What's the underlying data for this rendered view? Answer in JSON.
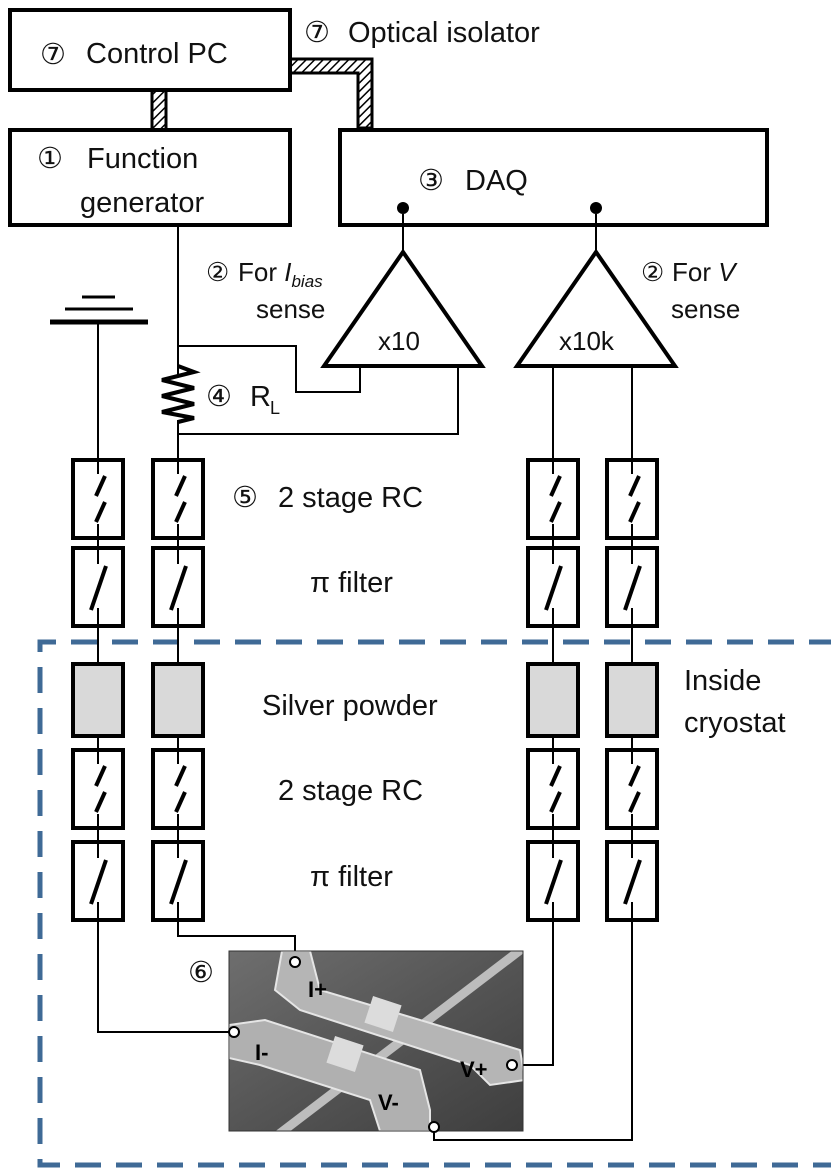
{
  "control_pc": {
    "num": "⑦",
    "label": "Control PC"
  },
  "optical_isolator": {
    "num": "⑦",
    "label": "Optical isolator"
  },
  "function_generator": {
    "num": "①",
    "line1": "Function",
    "line2": "generator"
  },
  "daq": {
    "num": "③",
    "label": "DAQ"
  },
  "amp_bias": {
    "num": "②",
    "label_prefix": "For ",
    "label_var": "I",
    "label_sub": "bias",
    "label2": "sense",
    "gain": "x10"
  },
  "amp_v": {
    "num": "②",
    "label_prefix": "For ",
    "label_var": "V",
    "label2": "sense",
    "gain": "x10k"
  },
  "load_resistor": {
    "num": "④",
    "label": "R",
    "sub": "L"
  },
  "rc_label_top": {
    "num": "⑤",
    "label": "2 stage RC"
  },
  "pi_filter_top": {
    "label": "π filter"
  },
  "silver_powder": {
    "label": "Silver powder"
  },
  "rc_label_bottom": {
    "label": "2 stage RC"
  },
  "pi_filter_bottom": {
    "label": "π filter"
  },
  "cryostat": {
    "line1": "Inside",
    "line2": "cryostat"
  },
  "device": {
    "num": "⑥",
    "i_plus": "I+",
    "i_minus": "I-",
    "v_plus": "V+",
    "v_minus": "V-"
  },
  "colors": {
    "cryostat_dash": "#3f6a96",
    "filter_gray": "#d9d9d9",
    "sem_bg": "#5e5e5e"
  }
}
